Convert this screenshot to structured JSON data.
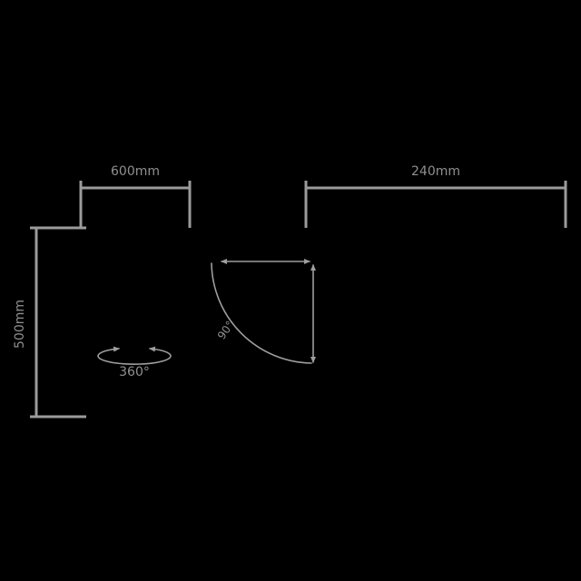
{
  "diagram": {
    "title": "product-dimensions-diagram",
    "dimensions": {
      "top_left_width": "600mm",
      "top_right_width": "240mm",
      "left_height": "500mm"
    },
    "angles": {
      "swivel": "360°",
      "swing": "90°"
    },
    "colors": {
      "background": "#000000",
      "line": "#9b9b9b",
      "text": "#8f8f8f"
    }
  }
}
